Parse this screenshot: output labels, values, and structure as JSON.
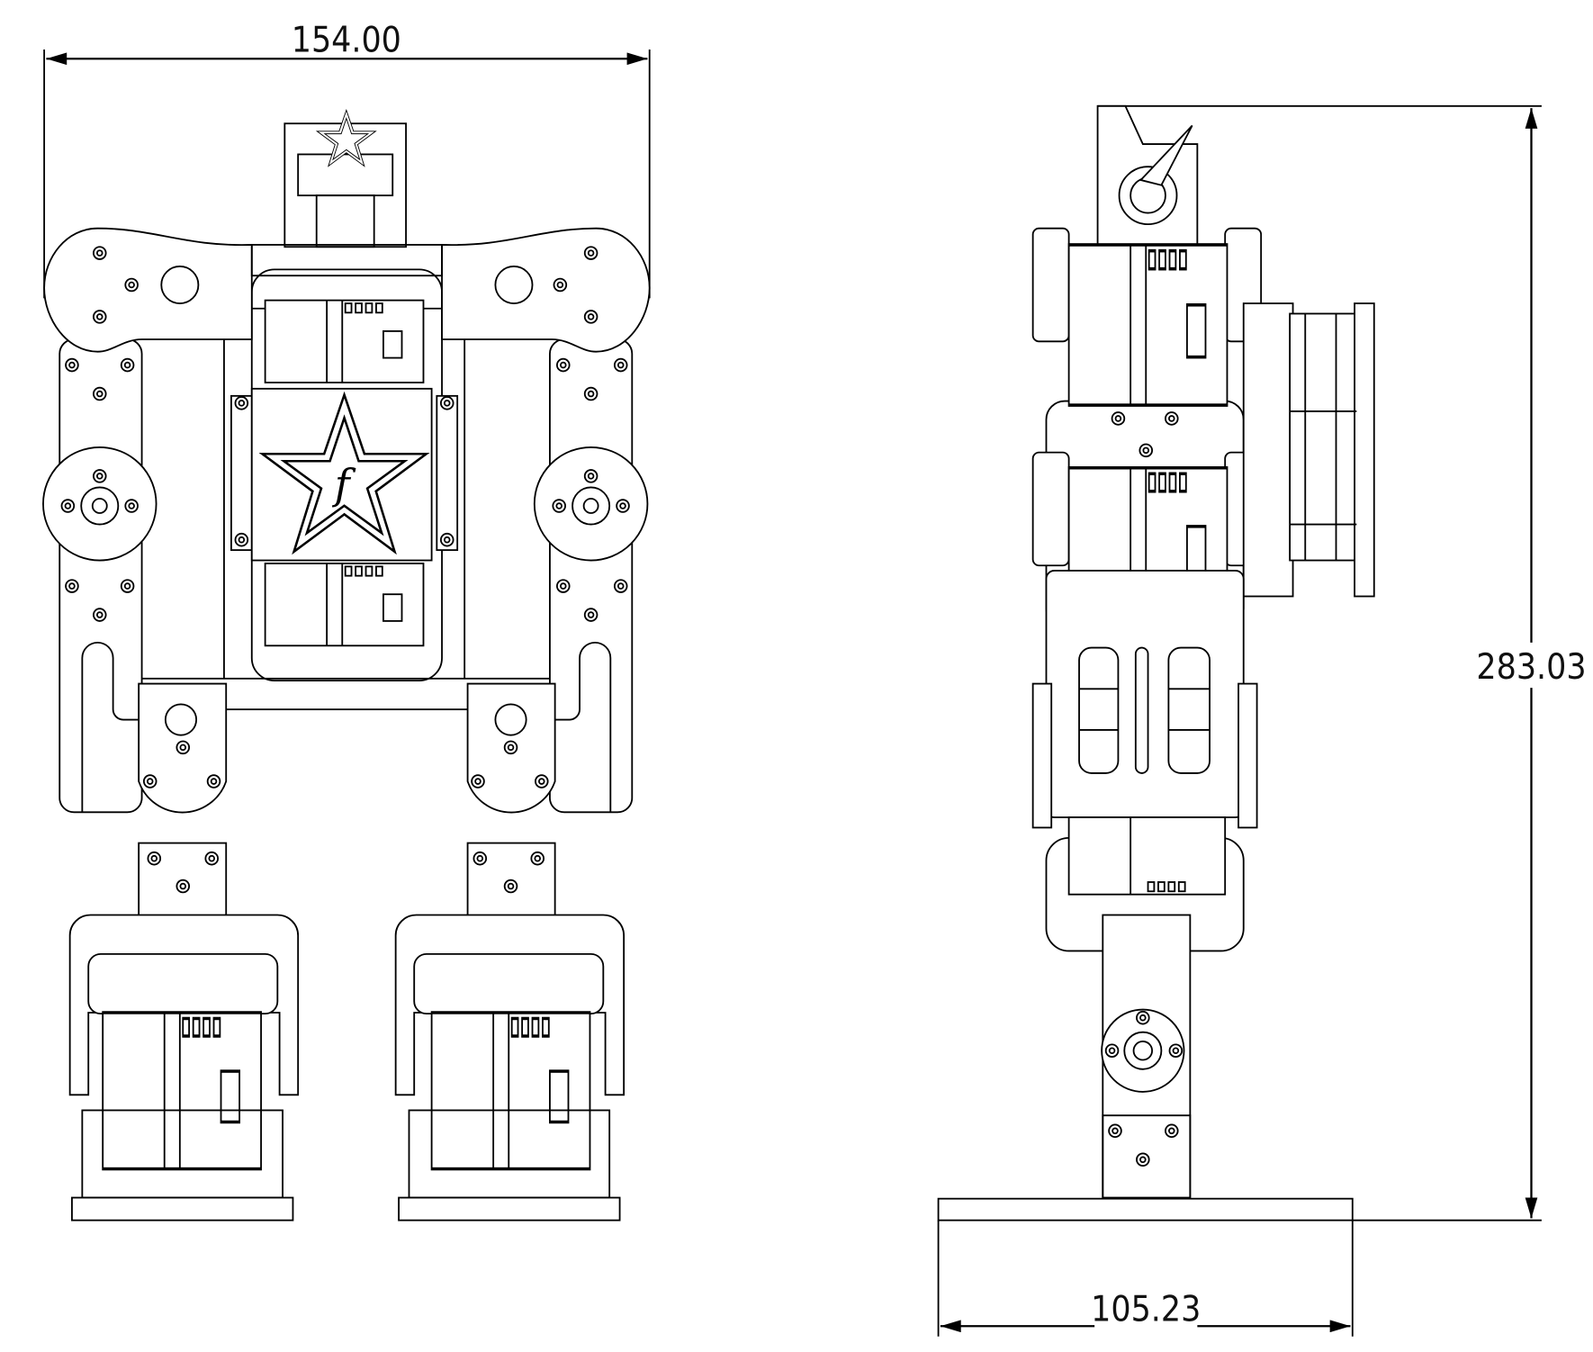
{
  "drawing": {
    "front_view": {
      "width_dimension": "154.00",
      "logo_letter": "f"
    },
    "side_view": {
      "height_dimension": "283.03",
      "foot_length_dimension": "105.23"
    }
  }
}
